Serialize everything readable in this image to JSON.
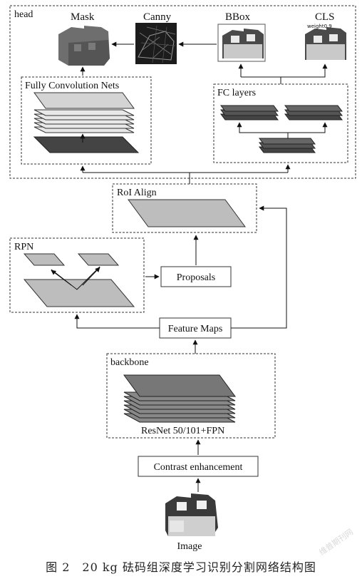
{
  "diagram": {
    "head": {
      "label": "head",
      "outputs": {
        "mask": "Mask",
        "canny": "Canny",
        "bbox": "BBox",
        "cls": "CLS",
        "cls_weight": "weight0.9"
      },
      "fully_conv_nets": "Fully Convolution Nets",
      "fc_layers": "FC layers"
    },
    "roi_align": "RoI Align",
    "rpn": "RPN",
    "proposals": "Proposals",
    "feature_maps": "Feature Maps",
    "backbone": {
      "label": "backbone",
      "model": "ResNet 50/101+FPN"
    },
    "contrast_enhancement": "Contrast enhancement",
    "image_label": "Image"
  },
  "caption": "图 2　20 kg 砝码组深度学习识别分割网络结构图",
  "watermark": "维普期刊网"
}
